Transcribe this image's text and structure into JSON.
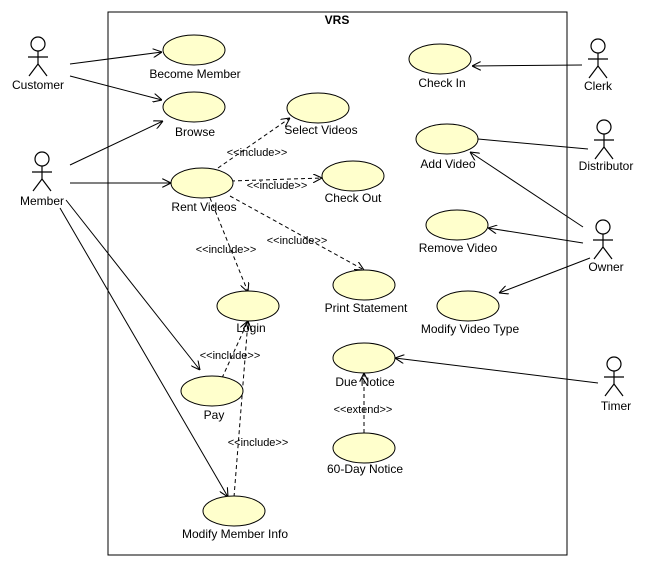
{
  "system": {
    "title": "VRS"
  },
  "actors": {
    "customer": "Customer",
    "member": "Member",
    "clerk": "Clerk",
    "distributor": "Distributor",
    "owner": "Owner",
    "timer": "Timer"
  },
  "use_cases": {
    "become_member": "Become Member",
    "browse": "Browse",
    "select_videos": "Select Videos",
    "rent_videos": "Rent Videos",
    "check_out": "Check Out",
    "print_statement": "Print Statement",
    "login": "Login",
    "pay": "Pay",
    "modify_member_info": "Modify Member Info",
    "check_in": "Check In",
    "add_video": "Add Video",
    "remove_video": "Remove Video",
    "modify_video_type": "Modify Video Type",
    "due_notice": "Due Notice",
    "sixty_day_notice": "60-Day Notice"
  },
  "stereotypes": {
    "include": "<<include>>",
    "extend": "<<extend>>"
  },
  "colors": {
    "use_case_fill": "#ffffcc",
    "line": "#000000"
  }
}
